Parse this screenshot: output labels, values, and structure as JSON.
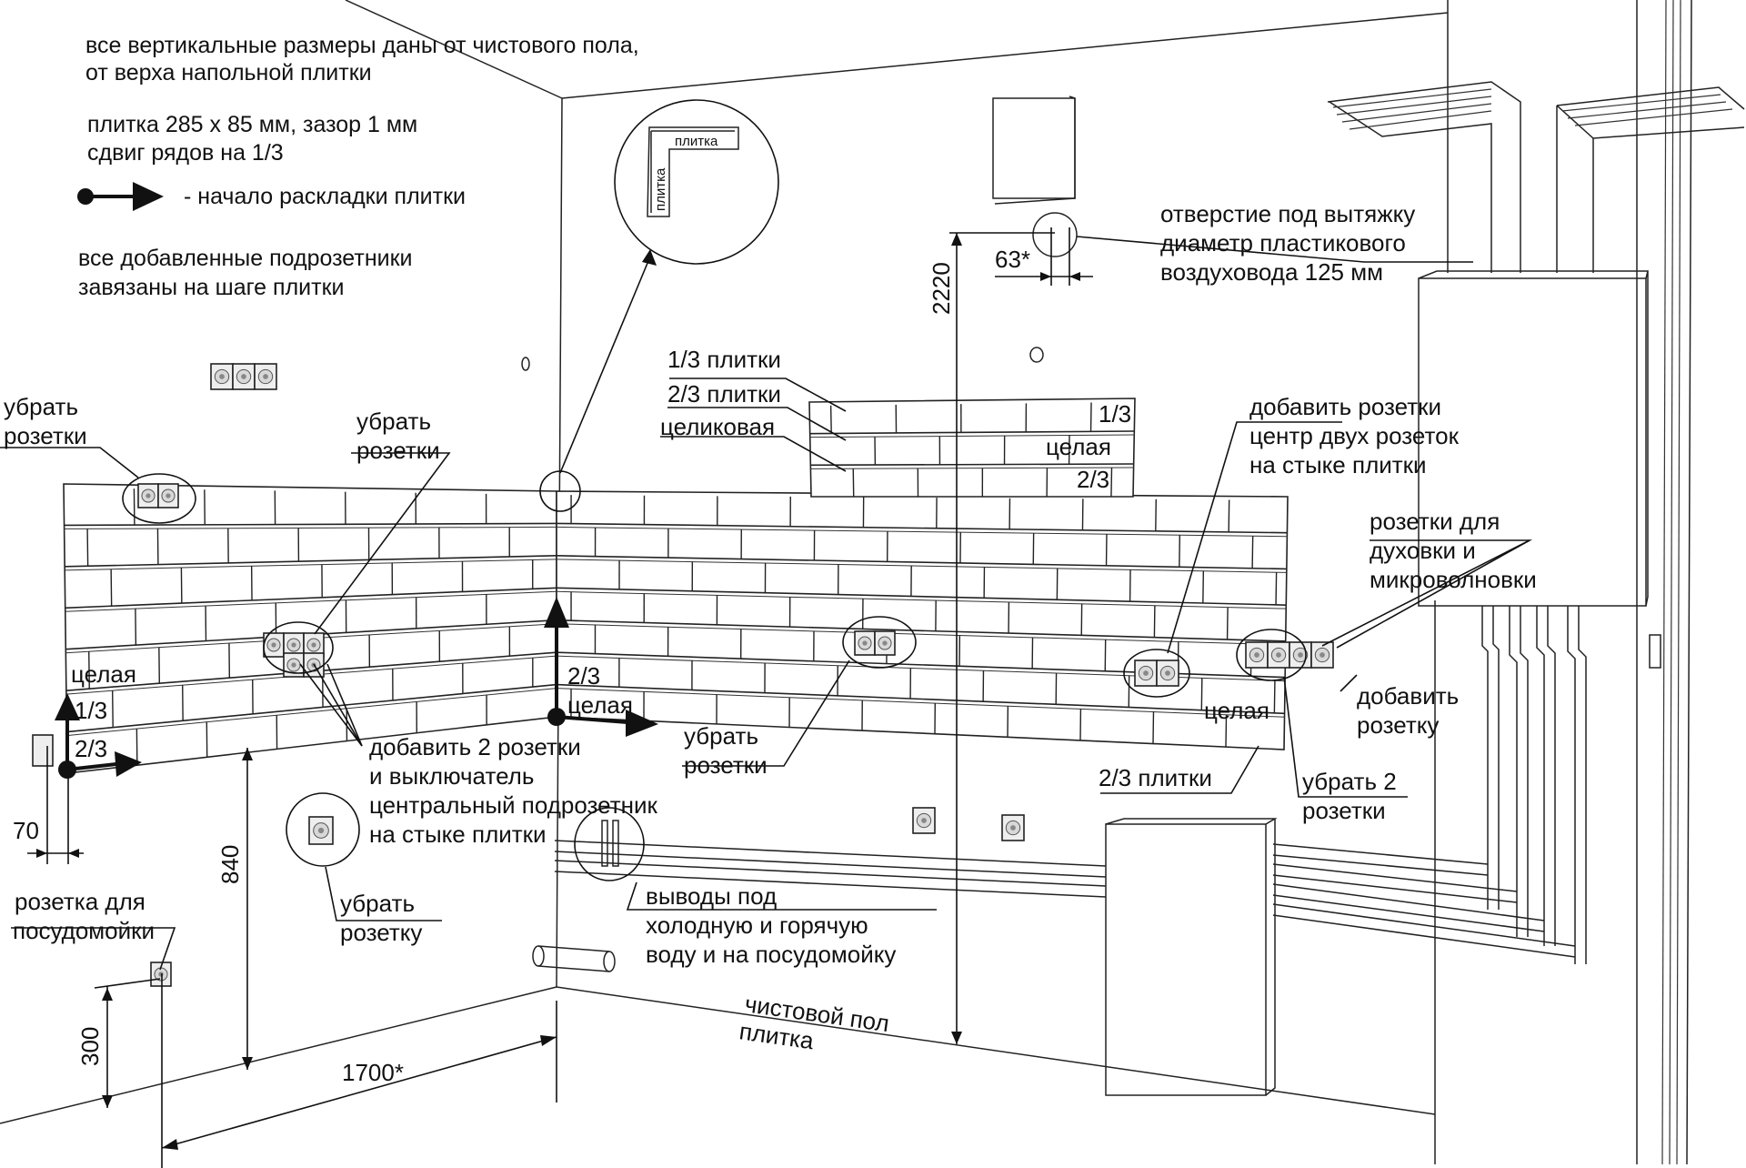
{
  "notes": {
    "line1": "все вертикальные размеры даны от чистового пола,",
    "line2": "от верха напольной плитки",
    "tile_size": "плитка 285 х 85 мм, зазор 1 мм",
    "row_shift": "сдвиг рядов на 1/3",
    "start_legend": "- начало раскладки плитки",
    "boxes1": "все добавленные подрозетники",
    "boxes2": "завязаны на шаге плитки"
  },
  "callout_detail": {
    "tile_h": "плитка",
    "tile_v": "плитка"
  },
  "labels": {
    "remove_outlets_left_1": "убрать",
    "remove_outlets_left_2": "розетки",
    "remove_outlets_mid_1": "убрать",
    "remove_outlets_mid_2": "розетки",
    "add_outlets_1": "добавить 2 розетки",
    "add_outlets_2": "и выключатель",
    "add_outlets_3": "центральный подрозетник",
    "add_outlets_4": "на стыке плитки",
    "remove_outlets_center_1": "убрать",
    "remove_outlets_center_2": "розетки",
    "remove_outlet_1": "убрать",
    "remove_outlet_2": "розетку",
    "dishwasher_1": "розетка для",
    "dishwasher_2": "посудомойки",
    "water_1": "выводы под",
    "water_2": "холодную и горячую",
    "water_3": "воду и на посудомойку",
    "floor_1": "чистовой пол",
    "floor_2": "плитка",
    "tile_third": "1/3 плитки",
    "tile_two_thirds": "2/3 плитки",
    "tile_whole": "целиковая",
    "add_right_1": "добавить розетки",
    "add_right_2": "центр двух розеток",
    "add_right_3": "на стыке плитки",
    "oven_1": "розетки для",
    "oven_2": "духовки и",
    "oven_3": "микроволновки",
    "add_outlet_1": "добавить",
    "add_outlet_2": "розетку",
    "remove2_1": "убрать 2",
    "remove2_2": "розетки",
    "bottom_two_thirds": "2/3 плитки",
    "hood_1": "отверстие под вытяжку",
    "hood_2": "диаметр пластикового",
    "hood_3": "воздуховода 125 мм"
  },
  "tile_marks": {
    "left_whole": "целая",
    "left_third": "1/3",
    "left_two_thirds": "2/3",
    "center_two_thirds": "2/3",
    "center_whole": "целая",
    "right_whole": "целая",
    "upper_third": "1/3",
    "upper_whole": "целая",
    "upper_two_thirds": "2/3"
  },
  "dims": {
    "d70": "70",
    "d840": "840",
    "d300": "300",
    "d1700": "1700*",
    "d2220": "2220",
    "d63": "63*"
  }
}
